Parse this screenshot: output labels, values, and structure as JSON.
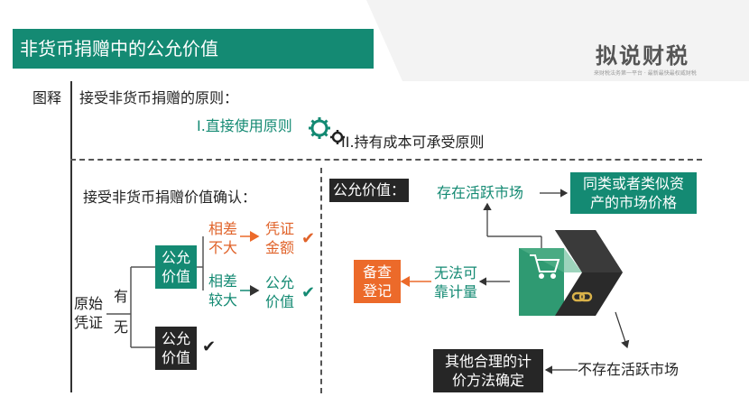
{
  "header": {
    "title": "非货币捐赠中的公允价值"
  },
  "logo": {
    "text": "拟说财税",
    "tagline": "来财税法务第一平台 · 最新最快最权威财税"
  },
  "principles": {
    "label": "图释",
    "heading": "接受非货币捐赠的原则：",
    "p1": "I.直接使用原则",
    "p2": "II.持有成本可承受原则"
  },
  "left_tree": {
    "heading": "接受非货币捐赠价值确认：",
    "root": [
      "原始",
      "凭证"
    ],
    "has": "有",
    "none": "无",
    "fv_box": [
      "公允",
      "价值"
    ],
    "diff_small": [
      "相差",
      "不大"
    ],
    "diff_large": [
      "相差",
      "较大"
    ],
    "voucher_amount": [
      "凭证",
      "金额"
    ],
    "fv_result": [
      "公允",
      "价值"
    ],
    "fv_bottom": [
      "公允",
      "价值"
    ],
    "check": "✔"
  },
  "right_tree": {
    "label": "公允价值：",
    "active_market": "存在活跃市场",
    "similar_price": [
      "同类或者类似资",
      "产的市场价格"
    ],
    "unmeasurable": [
      "无法可",
      "靠计量"
    ],
    "memo": [
      "备查",
      "登记"
    ],
    "no_active_market": "不存在活跃市场",
    "other_methods": [
      "其他合理的计",
      "价方法确定"
    ]
  },
  "colors": {
    "green": "#148a73",
    "orange": "#ec6a2a",
    "dark": "#262626"
  }
}
